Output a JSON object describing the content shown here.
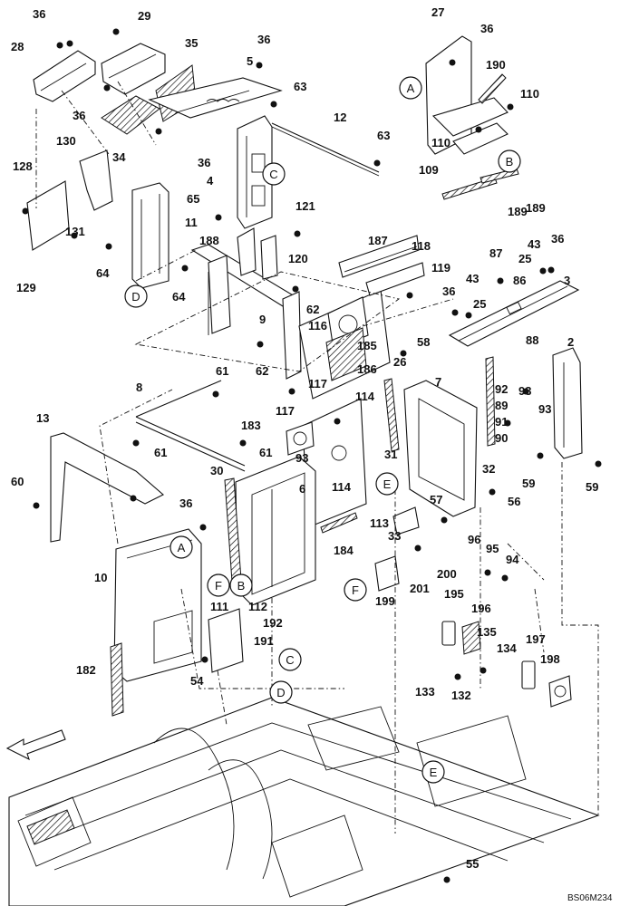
{
  "diagram": {
    "code": "BS06M234",
    "callouts": [
      "A",
      "B",
      "C",
      "D",
      "E",
      "F"
    ],
    "part_labels": [
      "2",
      "3",
      "4",
      "5",
      "6",
      "7",
      "8",
      "9",
      "10",
      "11",
      "12",
      "13",
      "25",
      "26",
      "27",
      "28",
      "29",
      "30",
      "31",
      "32",
      "33",
      "34",
      "35",
      "36",
      "43",
      "54",
      "55",
      "56",
      "57",
      "58",
      "59",
      "60",
      "61",
      "62",
      "63",
      "64",
      "65",
      "86",
      "87",
      "88",
      "89",
      "90",
      "91",
      "92",
      "93",
      "94",
      "95",
      "96",
      "109",
      "110",
      "111",
      "112",
      "113",
      "114",
      "116",
      "117",
      "118",
      "119",
      "120",
      "121",
      "128",
      "129",
      "130",
      "131",
      "132",
      "133",
      "134",
      "135",
      "182",
      "183",
      "184",
      "185",
      "186",
      "187",
      "188",
      "189",
      "190",
      "191",
      "192",
      "195",
      "196",
      "197",
      "198",
      "199",
      "200",
      "201"
    ]
  }
}
